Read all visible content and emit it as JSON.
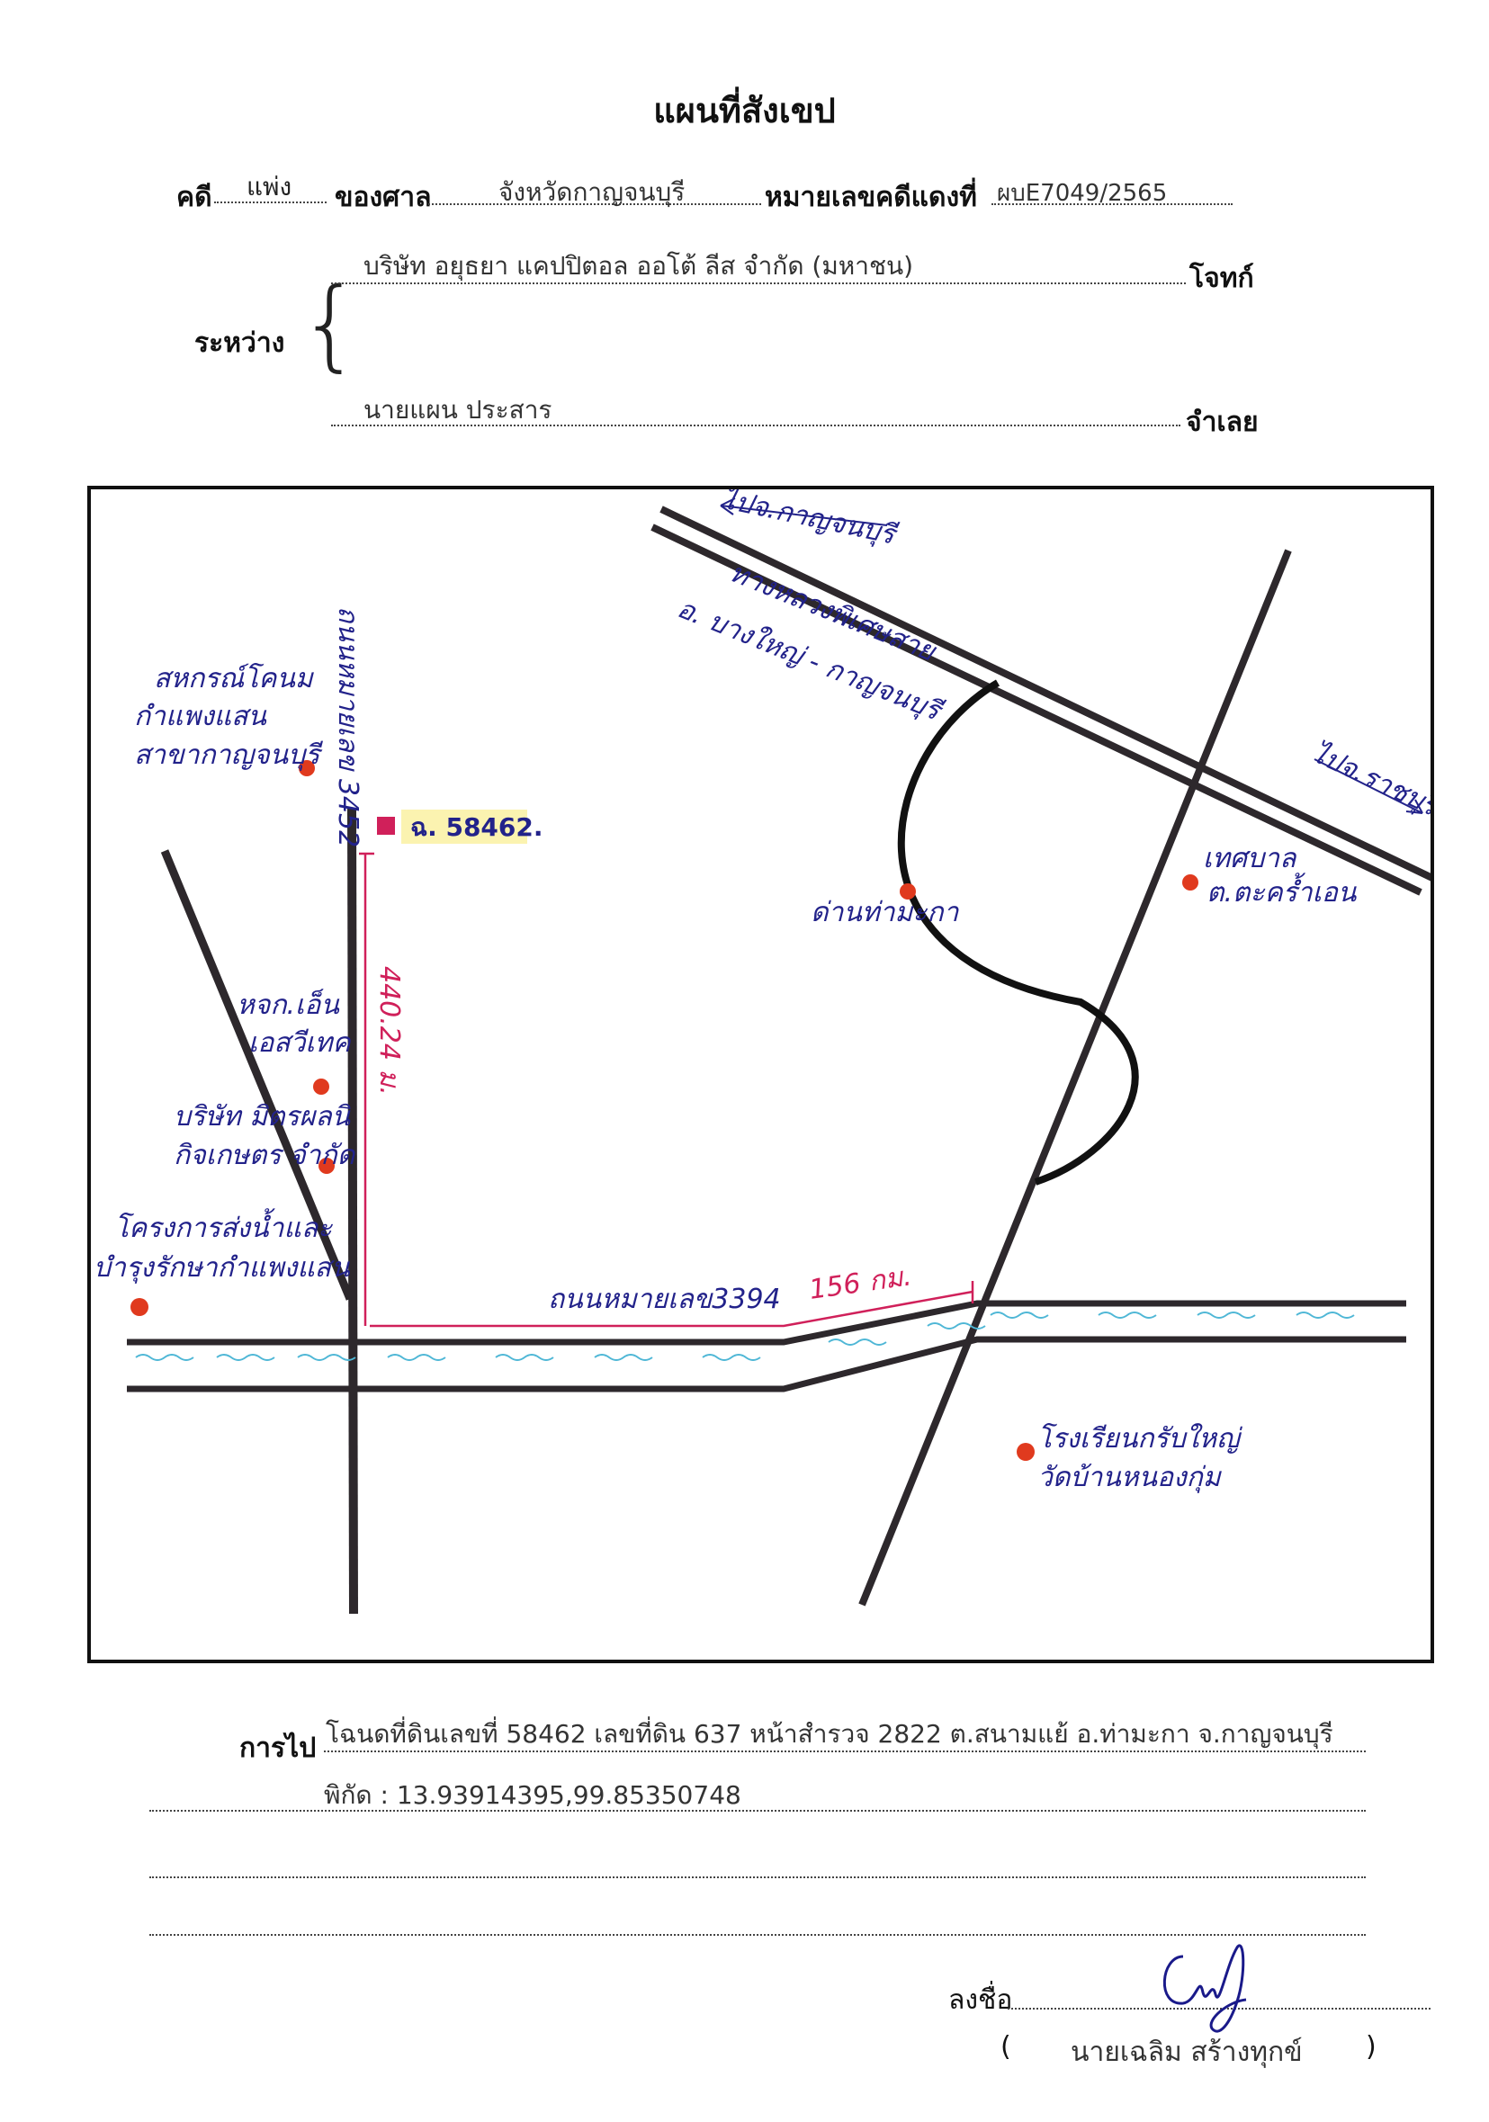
{
  "header": {
    "title": "แผนที่สังเขป",
    "case_label": "คดี",
    "case_type": "แพ่ง",
    "court_label": "ของศาล",
    "court_name": "จังหวัดกาญจนบุรี",
    "red_case_label": "หมายเลขคดีแดงที่",
    "red_case_no": "ผบE7049/2565"
  },
  "parties": {
    "between_label": "ระหว่าง",
    "plaintiff_name": "บริษัท อยุธยา แคปปิตอล ออโต้ ลีส จำกัด (มหาชน)",
    "plaintiff_role": "โจทก์",
    "defendant_name": "นายแผน ประสาร",
    "defendant_role": "จำเลย"
  },
  "map": {
    "labels": {
      "to_kanchanaburi": "ไปจ.กาญจนบุรี",
      "highway_line1": "ทางหลวงพิเศษสาย",
      "highway_line2": "อ. บางใหญ่ - กาญจนบุรี",
      "to_ratchaburi": "ไปจ.ราชบุรี",
      "coop_line1": "สหกรณ์โคนม",
      "coop_line2": "กำแพงแสน",
      "coop_line3": "สาขากาญจนบุรี",
      "road_3452": "ถนนหมายเลข 3452",
      "parcel_label": "ฉ. 58462.",
      "distance_vertical": "440.24 ม.",
      "shop_line1": "หจก.เอ็น",
      "shop_line2": "เอสวีเทค",
      "company_line1": "บริษัท มิตรผลนิ",
      "company_line2": "กิจเกษตร จำกัด",
      "project_line1": "โครงการส่งน้ำและ",
      "project_line2": "บำรุงรักษากำแพงแสน",
      "checkpoint": "ด่านท่ามะกา",
      "municipality_line1": "เทศบาล",
      "municipality_line2": "ต.ตะคร้ำเอน",
      "road_3394": "ถนนหมายเลข3394",
      "distance_horizontal": "156 กม.",
      "school_line1": "โรงเรียนกรับใหญ่",
      "school_line2": "วัดบ้านหนองกุ่ม"
    },
    "colors": {
      "road": "#2d282c",
      "ink_blue": "#22228a",
      "ink_red": "#d0205a",
      "marker_red": "#e03a1e",
      "water": "#4fb7d6",
      "highlight": "#fbf3b0"
    }
  },
  "footer": {
    "directions_label": "การไป",
    "directions_text": "โฉนดที่ดินเลขที่ 58462 เลขที่ดิน 637 หน้าสำรวจ 2822 ต.สนามแย้ อ.ท่ามะกา จ.กาญจนบุรี",
    "coords_text": "พิกัด : 13.93914395,99.85350748",
    "signed_label": "ลงชื่อ",
    "signer_name": "นายเฉลิม สร้างทุกข์",
    "paren_open": "(",
    "paren_close": ")"
  }
}
